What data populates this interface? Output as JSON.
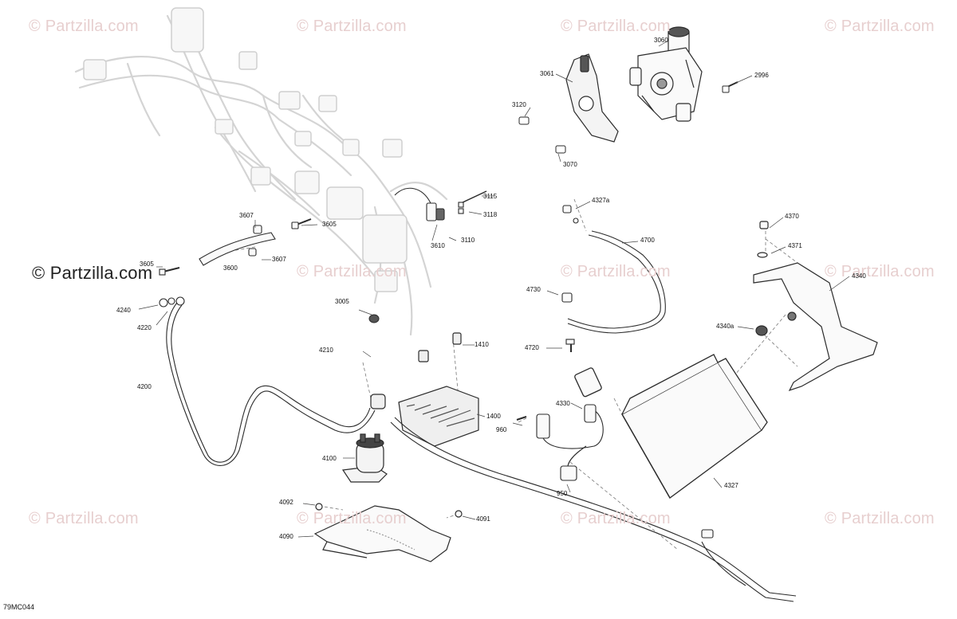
{
  "watermark_text": "© Partzilla.com",
  "watermark_main_text": "© Partzilla.com",
  "diagram_code": "79MC044",
  "callouts": [
    {
      "id": "3060",
      "label": "3060"
    },
    {
      "id": "3061",
      "label": "3061"
    },
    {
      "id": "2996",
      "label": "2996"
    },
    {
      "id": "3120",
      "label": "3120"
    },
    {
      "id": "3070",
      "label": "3070"
    },
    {
      "id": "3115",
      "label": "3115"
    },
    {
      "id": "3118",
      "label": "3118"
    },
    {
      "id": "3110",
      "label": "3110"
    },
    {
      "id": "3610",
      "label": "3610"
    },
    {
      "id": "3607a",
      "label": "3607"
    },
    {
      "id": "3605a",
      "label": "3605"
    },
    {
      "id": "3607b",
      "label": "3607"
    },
    {
      "id": "3605b",
      "label": "3605"
    },
    {
      "id": "3600",
      "label": "3600"
    },
    {
      "id": "4240",
      "label": "4240"
    },
    {
      "id": "4220",
      "label": "4220"
    },
    {
      "id": "4200",
      "label": "4200"
    },
    {
      "id": "3005",
      "label": "3005"
    },
    {
      "id": "4210",
      "label": "4210"
    },
    {
      "id": "1410",
      "label": "1410"
    },
    {
      "id": "1400",
      "label": "1400"
    },
    {
      "id": "960",
      "label": "960"
    },
    {
      "id": "4330",
      "label": "4330"
    },
    {
      "id": "950",
      "label": "950"
    },
    {
      "id": "4100",
      "label": "4100"
    },
    {
      "id": "4092",
      "label": "4092"
    },
    {
      "id": "4091",
      "label": "4091"
    },
    {
      "id": "4090",
      "label": "4090"
    },
    {
      "id": "4327a",
      "label": "4327a"
    },
    {
      "id": "4700",
      "label": "4700"
    },
    {
      "id": "4730",
      "label": "4730"
    },
    {
      "id": "4720",
      "label": "4720"
    },
    {
      "id": "4327",
      "label": "4327"
    },
    {
      "id": "4370",
      "label": "4370"
    },
    {
      "id": "4371",
      "label": "4371"
    },
    {
      "id": "4340",
      "label": "4340"
    },
    {
      "id": "4340a",
      "label": "4340a"
    }
  ]
}
